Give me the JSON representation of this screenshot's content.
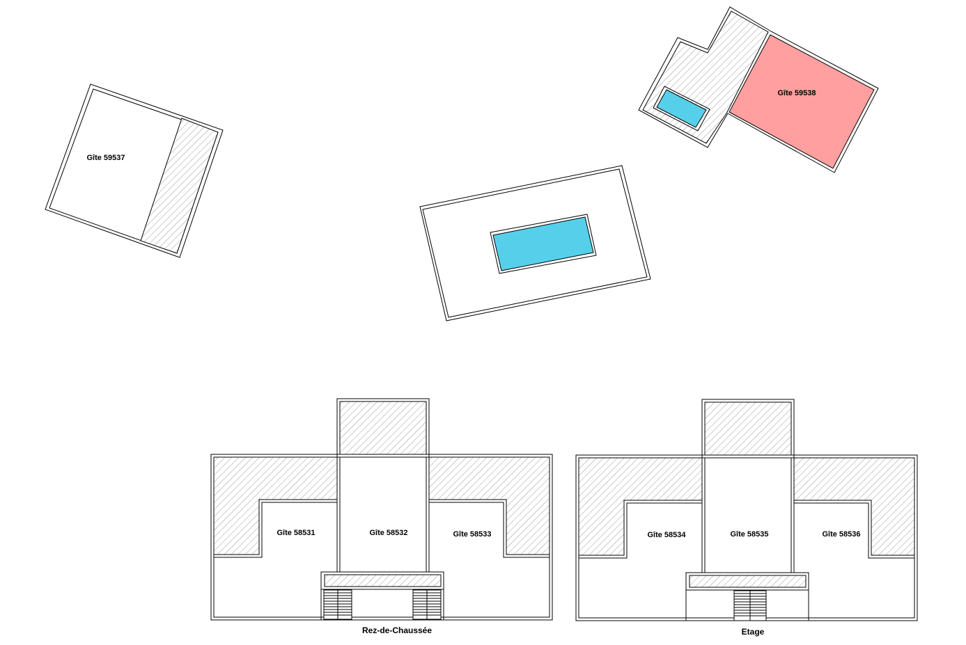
{
  "colors": {
    "pool": "#56d0ea",
    "gite_highlight": "#ff9f9f",
    "hatch": "#9a9a9a",
    "wall": "#000000"
  },
  "plans": {
    "gite_59537": "Gîte 59537",
    "gite_59538": "Gîte 59538",
    "gite_58531": "Gîte 58531",
    "gite_58532": "Gîte 58532",
    "gite_58533": "Gîte 58533",
    "gite_58534": "Gîte 58534",
    "gite_58535": "Gîte 58535",
    "gite_58536": "Gîte 58536"
  },
  "captions": {
    "ground_floor": "Rez-de-Chaussée",
    "upper_floor": "Etage"
  }
}
